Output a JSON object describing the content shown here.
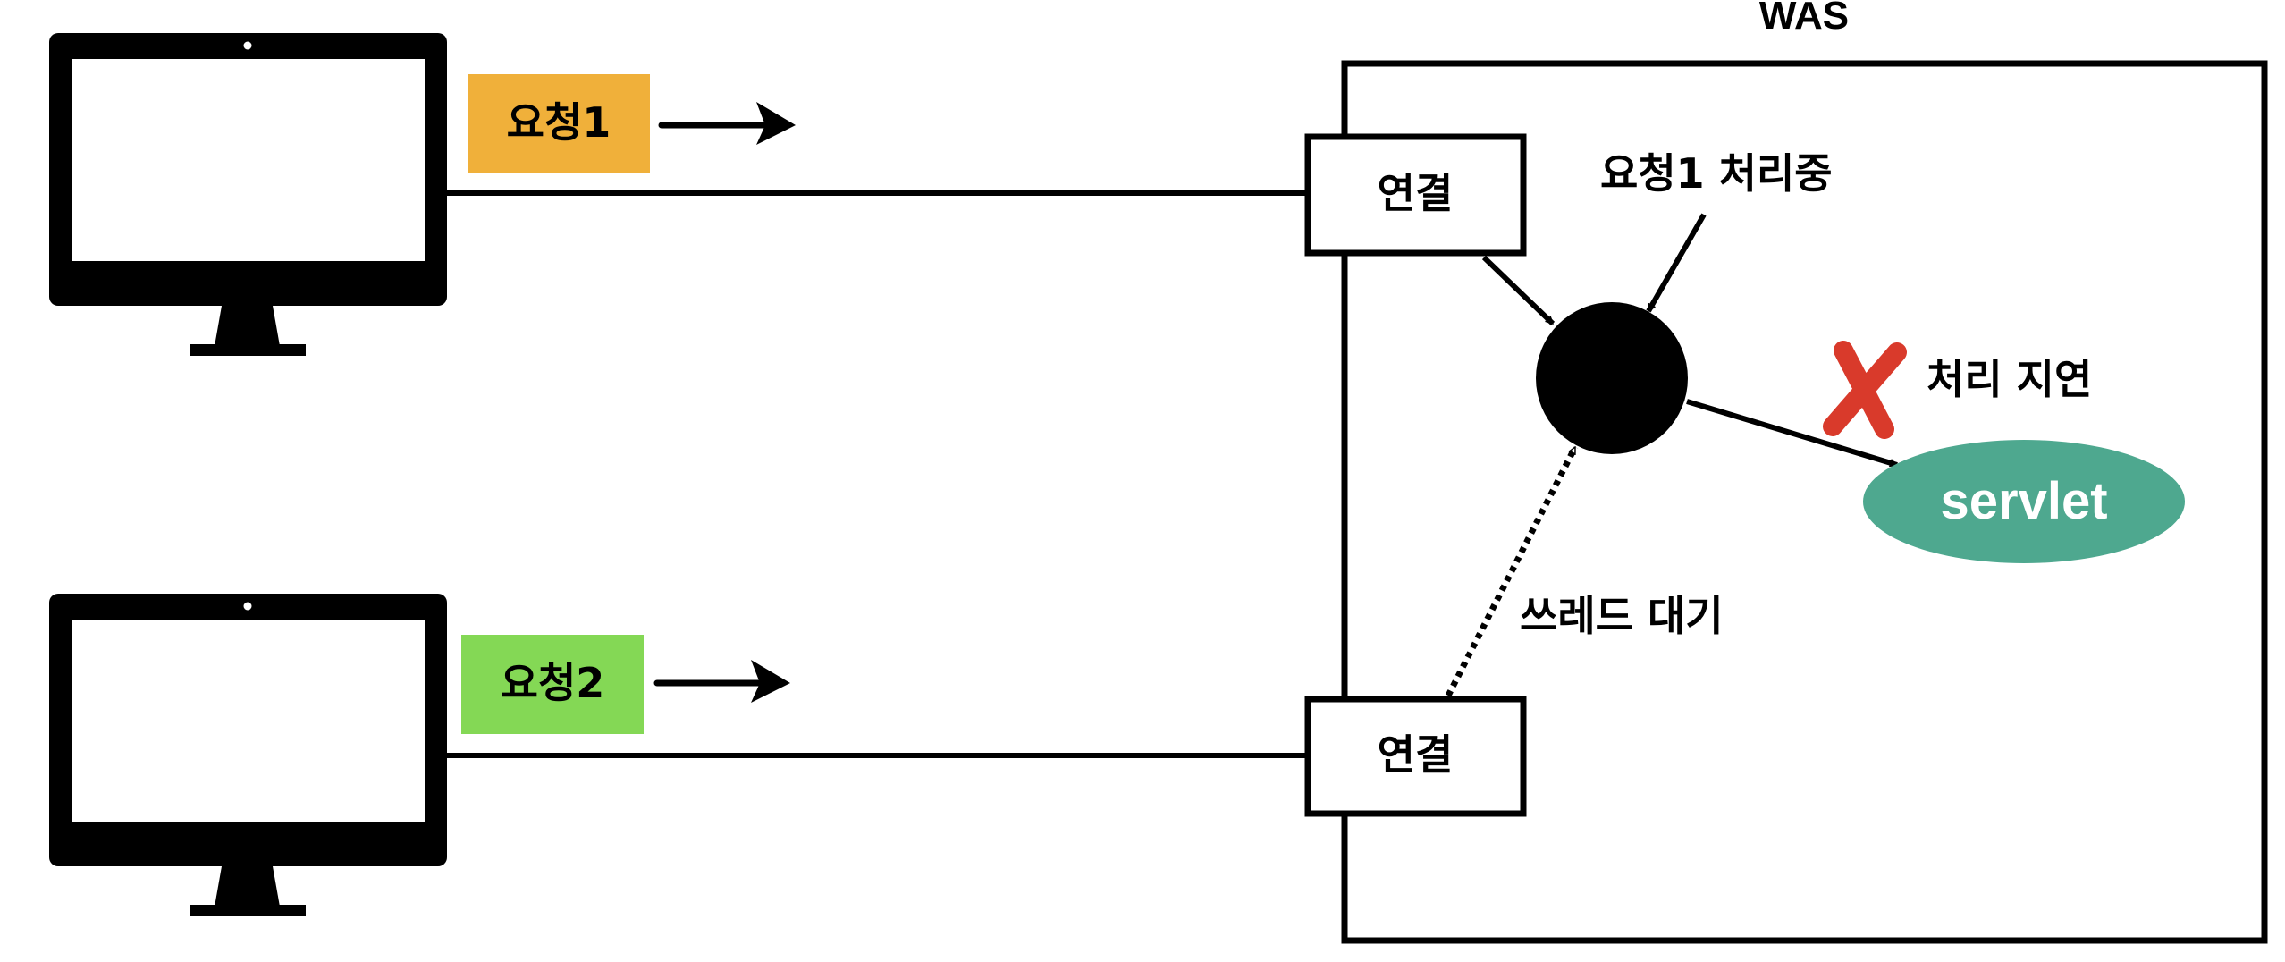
{
  "was": {
    "title": "WAS"
  },
  "clients": [
    {
      "request_label": "요청1",
      "badge_color": "#F0B03A"
    },
    {
      "request_label": "요청2",
      "badge_color": "#84D855"
    }
  ],
  "connections": [
    {
      "label": "연결"
    },
    {
      "label": "연결"
    }
  ],
  "annotations": {
    "processing": "요청1 처리중",
    "delay": "처리 지연",
    "thread_wait": "쓰레드 대기"
  },
  "servlet": {
    "label": "servlet",
    "color": "#4EA88F"
  },
  "colors": {
    "stroke": "#000000",
    "delay_mark": "#D93A2B"
  }
}
